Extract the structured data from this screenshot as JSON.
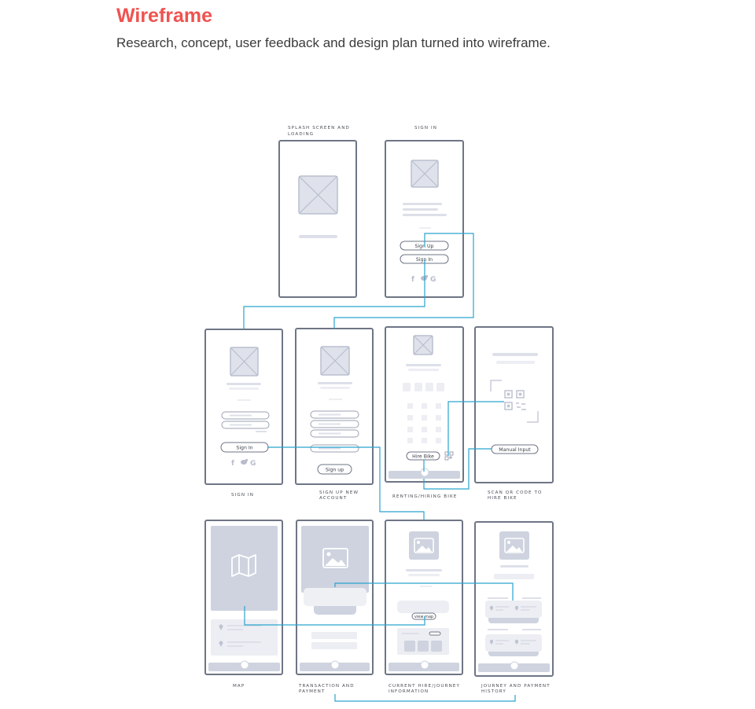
{
  "header": {
    "title": "Wireframe",
    "subtitle": "Research, concept, user feedback and design plan turned into wireframe."
  },
  "screens": {
    "splash": {
      "caption": [
        "SPLASH SCREEN AND",
        "LOADING"
      ]
    },
    "sign_in_top": {
      "caption": [
        "SIGN IN"
      ],
      "sign_up_button": "Sign Up",
      "sign_in_button": "Sign In"
    },
    "sign_in": {
      "caption": [
        "SIGN IN"
      ],
      "sign_in_button": "Sign In"
    },
    "sign_up": {
      "caption": [
        "SIGN UP NEW",
        "ACCOUNT"
      ],
      "sign_up_button": "Sign up"
    },
    "renting": {
      "caption": [
        "RENTING/HIRING BIKE"
      ],
      "hire_button": "Hire Bike"
    },
    "scan": {
      "caption": [
        "SCAN QR CODE TO",
        "HIRE BIKE"
      ],
      "manual_button": "Manual Input"
    },
    "map": {
      "caption": [
        "MAP"
      ]
    },
    "transaction": {
      "caption": [
        "TRANSACTION AND",
        "PAYMENT"
      ]
    },
    "current_hire": {
      "caption": [
        "CURRENT HIRE/JOURNEY",
        "INFORMATION"
      ],
      "view_map_button": "view map"
    },
    "history": {
      "caption": [
        "JOURNEY AND PAYMENT",
        "HISTORY"
      ]
    }
  },
  "social_icons": [
    "facebook-icon",
    "twitter-icon",
    "google-icon"
  ],
  "colors": {
    "title": "#ef5350",
    "connector": "#2aa3cf",
    "frame": "#6e7585",
    "placeholder": "#dfe2eb"
  }
}
